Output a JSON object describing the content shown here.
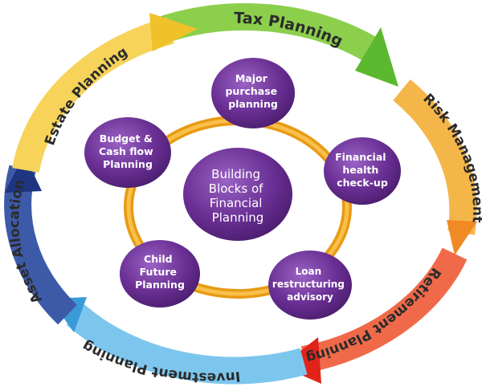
{
  "center": {
    "lines": [
      "Building",
      "Blocks of",
      "Financial",
      "Planning"
    ]
  },
  "nodes": [
    {
      "id": "major-purchase",
      "lines": [
        "Major",
        "purchase",
        "planning"
      ]
    },
    {
      "id": "health-check",
      "lines": [
        "Financial",
        "health",
        "check-up"
      ]
    },
    {
      "id": "loan-restructuring",
      "lines": [
        "Loan",
        "restructuring",
        "advisory"
      ]
    },
    {
      "id": "child-future",
      "lines": [
        "Child",
        "Future",
        "Planning"
      ]
    },
    {
      "id": "budget-cashflow",
      "lines": [
        "Budget &",
        "Cash flow",
        "Planning"
      ]
    }
  ],
  "cycle": [
    {
      "id": "tax-planning",
      "label": "Tax Planning",
      "color": "#6cbf3a"
    },
    {
      "id": "risk-management",
      "label": "Risk Management",
      "color": "#f2a12c"
    },
    {
      "id": "retirement-planning",
      "label": "Retirement Planning",
      "color": "#e8342a"
    },
    {
      "id": "investment-planning",
      "label": "Investment Planning",
      "color": "#4aa8e0"
    },
    {
      "id": "asset-allocation",
      "label": "Asset Allocation",
      "color": "#2a3f8f"
    },
    {
      "id": "estate-planning",
      "label": "Estate Planning",
      "color": "#f1c232"
    }
  ],
  "colors": {
    "node_fill": "#5e2a84",
    "ring": "#f0a820"
  }
}
